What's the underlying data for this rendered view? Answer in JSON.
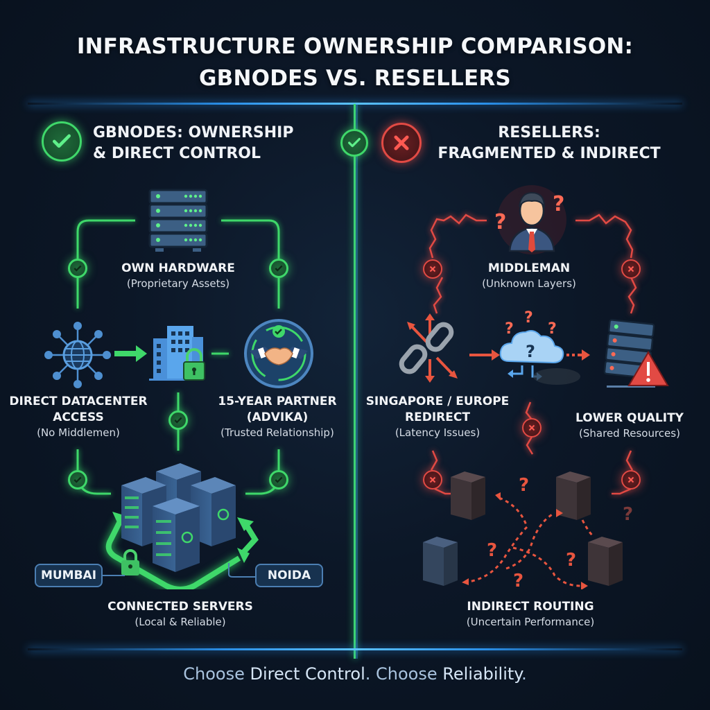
{
  "title": {
    "line1": "INFRASTRUCTURE OWNERSHIP COMPARISON:",
    "line2": "GBNODES VS. RESELLERS"
  },
  "colors": {
    "background": "#0c1727",
    "positive": "#3fd86a",
    "negative": "#e24a44",
    "divider": "#2a8fe8",
    "text": "#f2f4f7"
  },
  "left_panel": {
    "status_icon": "check-circle-icon",
    "title_line1": "GBNODES: OWNERSHIP",
    "title_line2": "& DIRECT CONTROL",
    "nodes": [
      {
        "icon": "server-rack-icon",
        "title": "OWN HARDWARE",
        "subtitle": "(Proprietary Assets)"
      },
      {
        "icon": "network-globe-icon",
        "title_line1": "DIRECT DATACENTER",
        "title_line2": "ACCESS",
        "subtitle": "(No Middlemen)"
      },
      {
        "icon": "secure-building-icon",
        "title": "",
        "subtitle": ""
      },
      {
        "icon": "handshake-icon",
        "title_line1": "15-YEAR PARTNER",
        "title_line2": "(ADVIKA)",
        "subtitle": "(Trusted Relationship)"
      },
      {
        "icon": "server-cluster-icon",
        "title": "CONNECTED SERVERS",
        "subtitle": "(Local & Reliable)"
      }
    ],
    "locations": [
      "MUMBAI",
      "NOIDA"
    ]
  },
  "right_panel": {
    "status_icon": "x-circle-icon",
    "title_line1": "RESELLERS:",
    "title_line2": "FRAGMENTED & INDIRECT",
    "nodes": [
      {
        "icon": "businessman-icon",
        "title": "MIDDLEMAN",
        "subtitle": "(Unknown Layers)"
      },
      {
        "icon": "broken-link-icon",
        "title_line1": "SINGAPORE / EUROPE",
        "title_line2": "REDIRECT",
        "subtitle": "(Latency Issues)"
      },
      {
        "icon": "cloud-question-icon",
        "title": "",
        "subtitle": ""
      },
      {
        "icon": "server-warning-icon",
        "title": "LOWER QUALITY",
        "subtitle": "(Shared Resources)"
      },
      {
        "icon": "scattered-servers-icon",
        "title": "INDIRECT ROUTING",
        "subtitle": "(Uncertain Performance)"
      }
    ]
  },
  "footer": {
    "part1": "Choose ",
    "part2": "Direct Control",
    "part3": ". Choose ",
    "part4": "Reliability",
    "part5": "."
  }
}
